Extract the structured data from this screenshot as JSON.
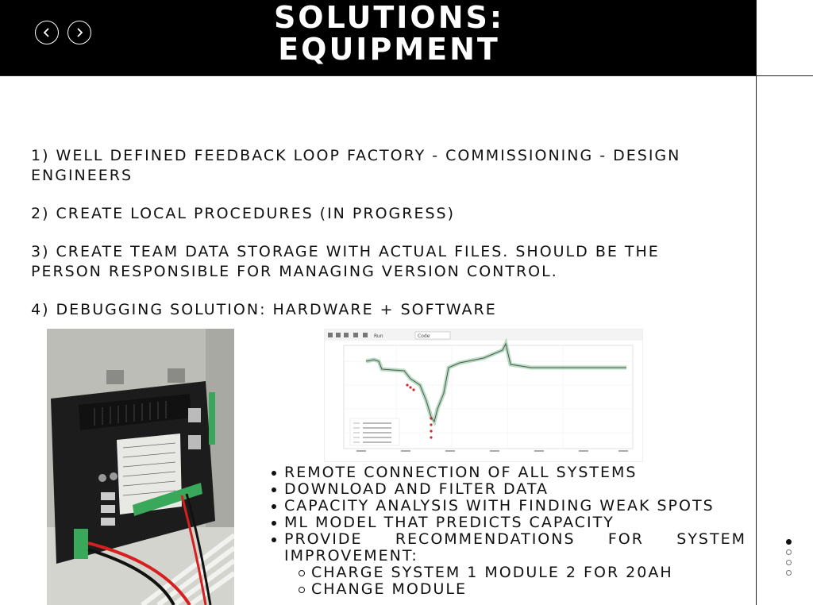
{
  "header": {
    "title_line1": "SOLUTIONS:",
    "title_line2": "EQUIPMENT",
    "prev_icon": "chevron-left-icon",
    "next_icon": "chevron-right-icon"
  },
  "items": [
    "1) WELL DEFINED FEEDBACK LOOP FACTORY - COMMISSIONING - DESIGN ENGINEERS",
    "2) CREATE LOCAL PROCEDURES (IN PROGRESS)",
    "3) CREATE TEAM DATA STORAGE WITH ACTUAL FILES. SHOULD BE THE PERSON RESPONSIBLE FOR MANAGING VERSION CONTROL.",
    "4) DEBUGGING SOLUTION: HARDWARE + SOFTWARE"
  ],
  "bullets": [
    "REMOTE CONNECTION OF ALL SYSTEMS",
    "DOWNLOAD AND FILTER DATA",
    "CAPACITY ANALYSIS WITH FINDING WEAK SPOTS",
    "ML MODEL THAT PREDICTS CAPACITY",
    "PROVIDE RECOMMENDATIONS FOR SYSTEM IMPROVEMENT:"
  ],
  "sub_bullets": [
    "CHARGE SYSTEM 1 MODULE 2 FOR 20AH",
    "CHANGE MODULE"
  ],
  "chart_toolbar": {
    "run_label": "Run",
    "cell_type": "Code"
  },
  "slides": {
    "count": 4,
    "active_index": 0
  },
  "colors": {
    "header_bg": "#000000",
    "accent_green": "#2e9e4f",
    "accent_red": "#d62728"
  }
}
